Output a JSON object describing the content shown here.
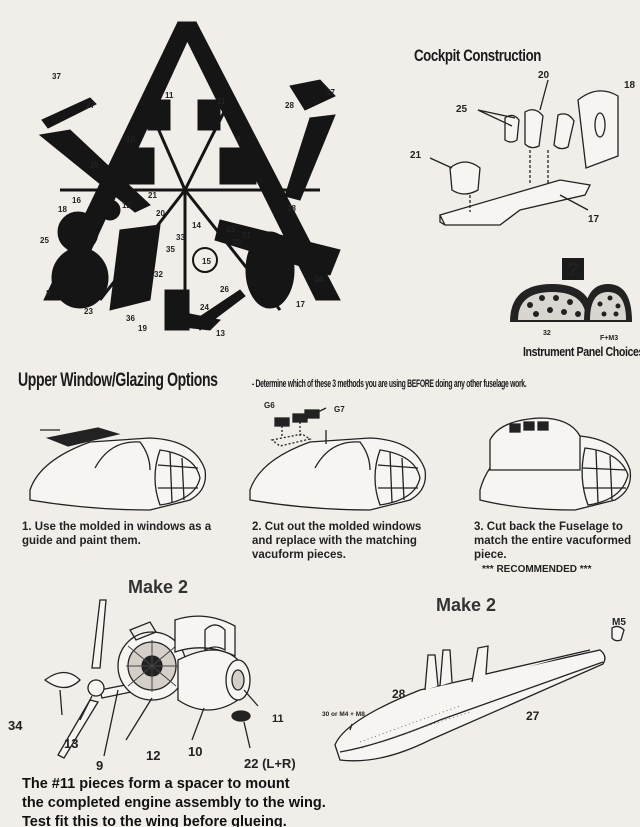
{
  "cockpit": {
    "title": "Cockpit Construction",
    "labels": [
      "20",
      "18",
      "25",
      "21",
      "17"
    ]
  },
  "instrument_panel": {
    "question_mark": "?",
    "option_a": "32",
    "option_b": "F+M3",
    "title": "Instrument Panel Choices"
  },
  "sprue": {
    "labels": [
      "37",
      "11",
      "11",
      "37",
      "27",
      "28",
      "10",
      "9",
      "29",
      "16",
      "18",
      "12",
      "21",
      "20",
      "38",
      "14",
      "22",
      "31",
      "30",
      "25",
      "33",
      "35",
      "15",
      "8",
      "32",
      "34",
      "26",
      "23",
      "36",
      "19",
      "24",
      "13",
      "17"
    ]
  },
  "glazing": {
    "title": "Upper Window/Glazing Options",
    "subtitle": "- Determine which of these 3 methods you are using BEFORE doing any other fuselage work.",
    "g6": "G6",
    "g7": "G7",
    "options": [
      {
        "text": "1. Use the molded in windows as a guide and paint them."
      },
      {
        "text": "2. Cut out the molded windows and replace with the matching vacuform pieces."
      },
      {
        "text": "3. Cut back the Fuselage to match the entire vacuformed piece.",
        "note": "*** RECOMMENDED ***"
      }
    ]
  },
  "engine": {
    "make_label": "Make 2",
    "labels": {
      "n34": "34",
      "n13": "13",
      "n9": "9",
      "n12": "12",
      "n10": "10",
      "n11": "11",
      "n22": "22 (L+R)"
    }
  },
  "nacelle": {
    "make_label": "Make 2",
    "labels": {
      "m5": "M5",
      "n28": "28",
      "n27": "27",
      "option": "30 or M4 + M8"
    }
  },
  "footer": {
    "line1": "The #11 pieces form a spacer to mount",
    "line2": "the completed engine assembly to the wing.",
    "line3": "Test fit this to the wing before glueing."
  }
}
